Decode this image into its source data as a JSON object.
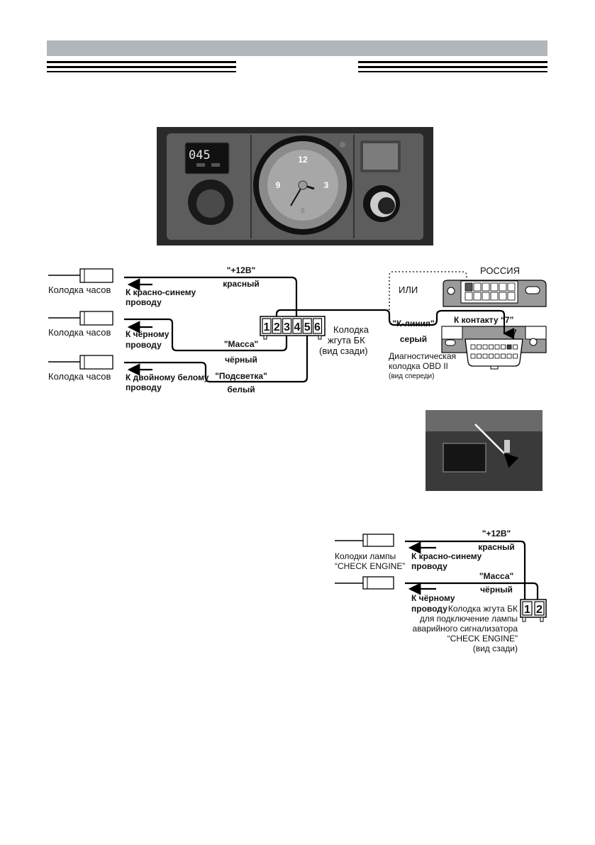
{
  "header": {
    "band_color": "#b1b6bd"
  },
  "photo_dashboard": {
    "display_value": "045",
    "clock_numerals": [
      "12",
      "3",
      "6",
      "9"
    ]
  },
  "diagram_clock": {
    "connector_label": "Колодка часов",
    "wires": [
      {
        "to": "К красно-синему",
        "to2": "проводу",
        "signal": "\"+12В\"",
        "color": "красный",
        "pin": 4
      },
      {
        "to": "К чёрному",
        "to2": "проводу",
        "signal": "\"Масса\"",
        "color": "чёрный",
        "pin": 3
      },
      {
        "to": "К двойному белому",
        "to2": "проводу",
        "signal": "\"Подсветка\"",
        "color": "белый",
        "pin": 5
      }
    ],
    "harness_pins": [
      "1",
      "2",
      "3",
      "4",
      "5",
      "6"
    ],
    "harness_label": [
      "Колодка",
      "жгута БК",
      "(вид сзади)"
    ],
    "k_line": {
      "signal": "\"К-линия\"",
      "color": "серый",
      "pin": 2
    },
    "or_label": "ИЛИ",
    "russia_label": "РОССИЯ",
    "contact_label": "К контакту “7”",
    "contact_number": "7",
    "obd_label": [
      "Диагностическая",
      "колодка OBD II",
      "(вид спереди)"
    ]
  },
  "diagram_check_engine": {
    "connector_label": [
      "Колодки лампы",
      "“CHECK ENGINE”"
    ],
    "wires": [
      {
        "to": "К красно-синему",
        "to2": "проводу",
        "signal": "\"+12В\"",
        "color": "красный",
        "pin": 1
      },
      {
        "to": "К чёрному",
        "to2": "проводу",
        "signal": "\"Масса\"",
        "color": "чёрный",
        "pin": 2
      }
    ],
    "harness_pins": [
      "1",
      "2"
    ],
    "harness_label": [
      "Колодка жгута БК",
      "для подключение лампы",
      "аварийного сигнализатора",
      "“CHECK ENGINE”",
      "(вид сзади)"
    ]
  }
}
